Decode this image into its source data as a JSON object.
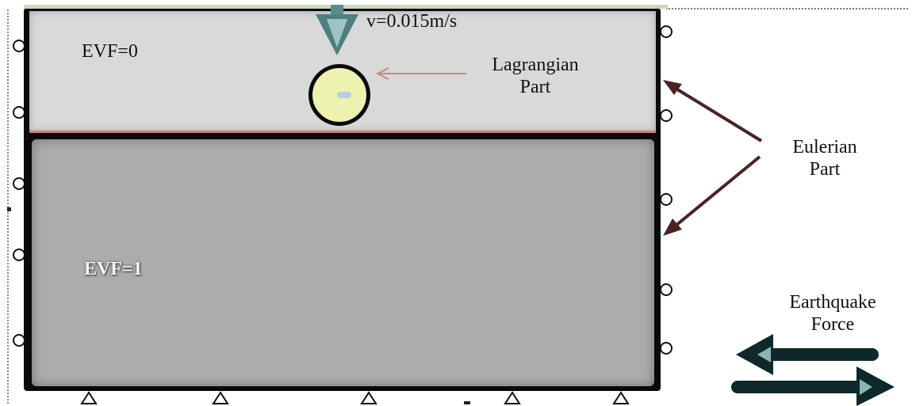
{
  "labels": {
    "evf_top": "EVF=0",
    "evf_bottom": "EVF=1",
    "velocity": "v=0.015m/s",
    "lagrangian": [
      "Lagrangian",
      "Part"
    ],
    "eulerian": [
      "Eulerian",
      "Part"
    ],
    "earthquake": [
      "Earthquake",
      "Force"
    ]
  },
  "colors": {
    "upper_region": "#d9d9d9",
    "lower_region": "#acacac",
    "boundary": "#0a0a0a",
    "pipe_fill": "#eef2b0",
    "interface_line": "#d77b7b",
    "arrow_dark": "#4a2323",
    "arrow_light": "#c88a80",
    "force_arrows": "#0d2929",
    "velocity_arrow": "#4f7f7f"
  },
  "icons": {
    "roller_support": "circle",
    "pin_support": "triangle"
  }
}
